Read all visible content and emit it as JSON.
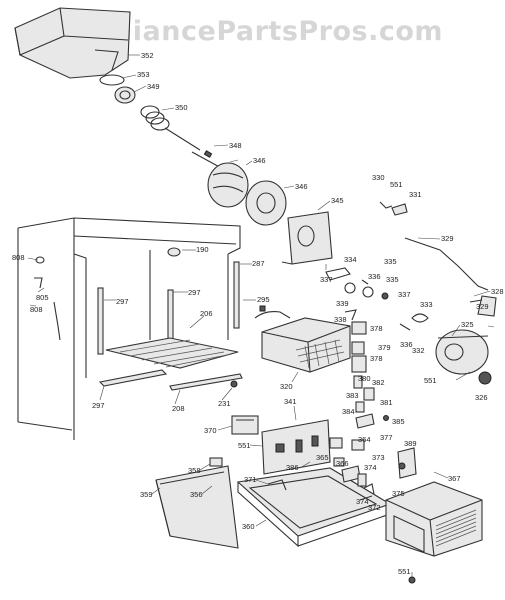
{
  "watermark": "AppliancePartsPros.com",
  "labels": {
    "l352": "352",
    "l353": "353",
    "l349": "349",
    "l350": "350",
    "l348": "348",
    "l346a": "346",
    "l346b": "346",
    "l345": "345",
    "l330": "330",
    "l551a": "551",
    "l331": "331",
    "l329a": "329",
    "l328": "328",
    "l329b": "329",
    "l325": "325",
    "l551b": "551",
    "l326": "326",
    "l334": "334",
    "l336a": "336",
    "l335a": "335",
    "l337a": "337",
    "l335b": "335",
    "l337b": "337",
    "l333": "333",
    "l339": "339",
    "l338": "338",
    "l378a": "378",
    "l336b": "336",
    "l332": "332",
    "l379": "379",
    "l378b": "378",
    "l380": "380",
    "l382": "382",
    "l383": "383",
    "l381": "381",
    "l384": "384",
    "l385": "385",
    "l320": "320",
    "l295": "295",
    "l297a": "297",
    "l297b": "297",
    "l206": "206",
    "l297c": "297",
    "l208": "208",
    "l231": "231",
    "l287": "287",
    "l190": "190",
    "l808a": "808",
    "l805": "805",
    "l808b": "808",
    "l370": "370",
    "l341": "341",
    "l551c": "551",
    "l358": "358",
    "l356": "356",
    "l359": "359",
    "l371": "371",
    "l386": "386",
    "l365": "365",
    "l366": "366",
    "l364": "364",
    "l377": "377",
    "l389": "389",
    "l373": "373",
    "l374a": "374",
    "l374b": "374",
    "l372": "372",
    "l375": "375",
    "l367": "367",
    "l360": "360",
    "l551d": "551"
  }
}
